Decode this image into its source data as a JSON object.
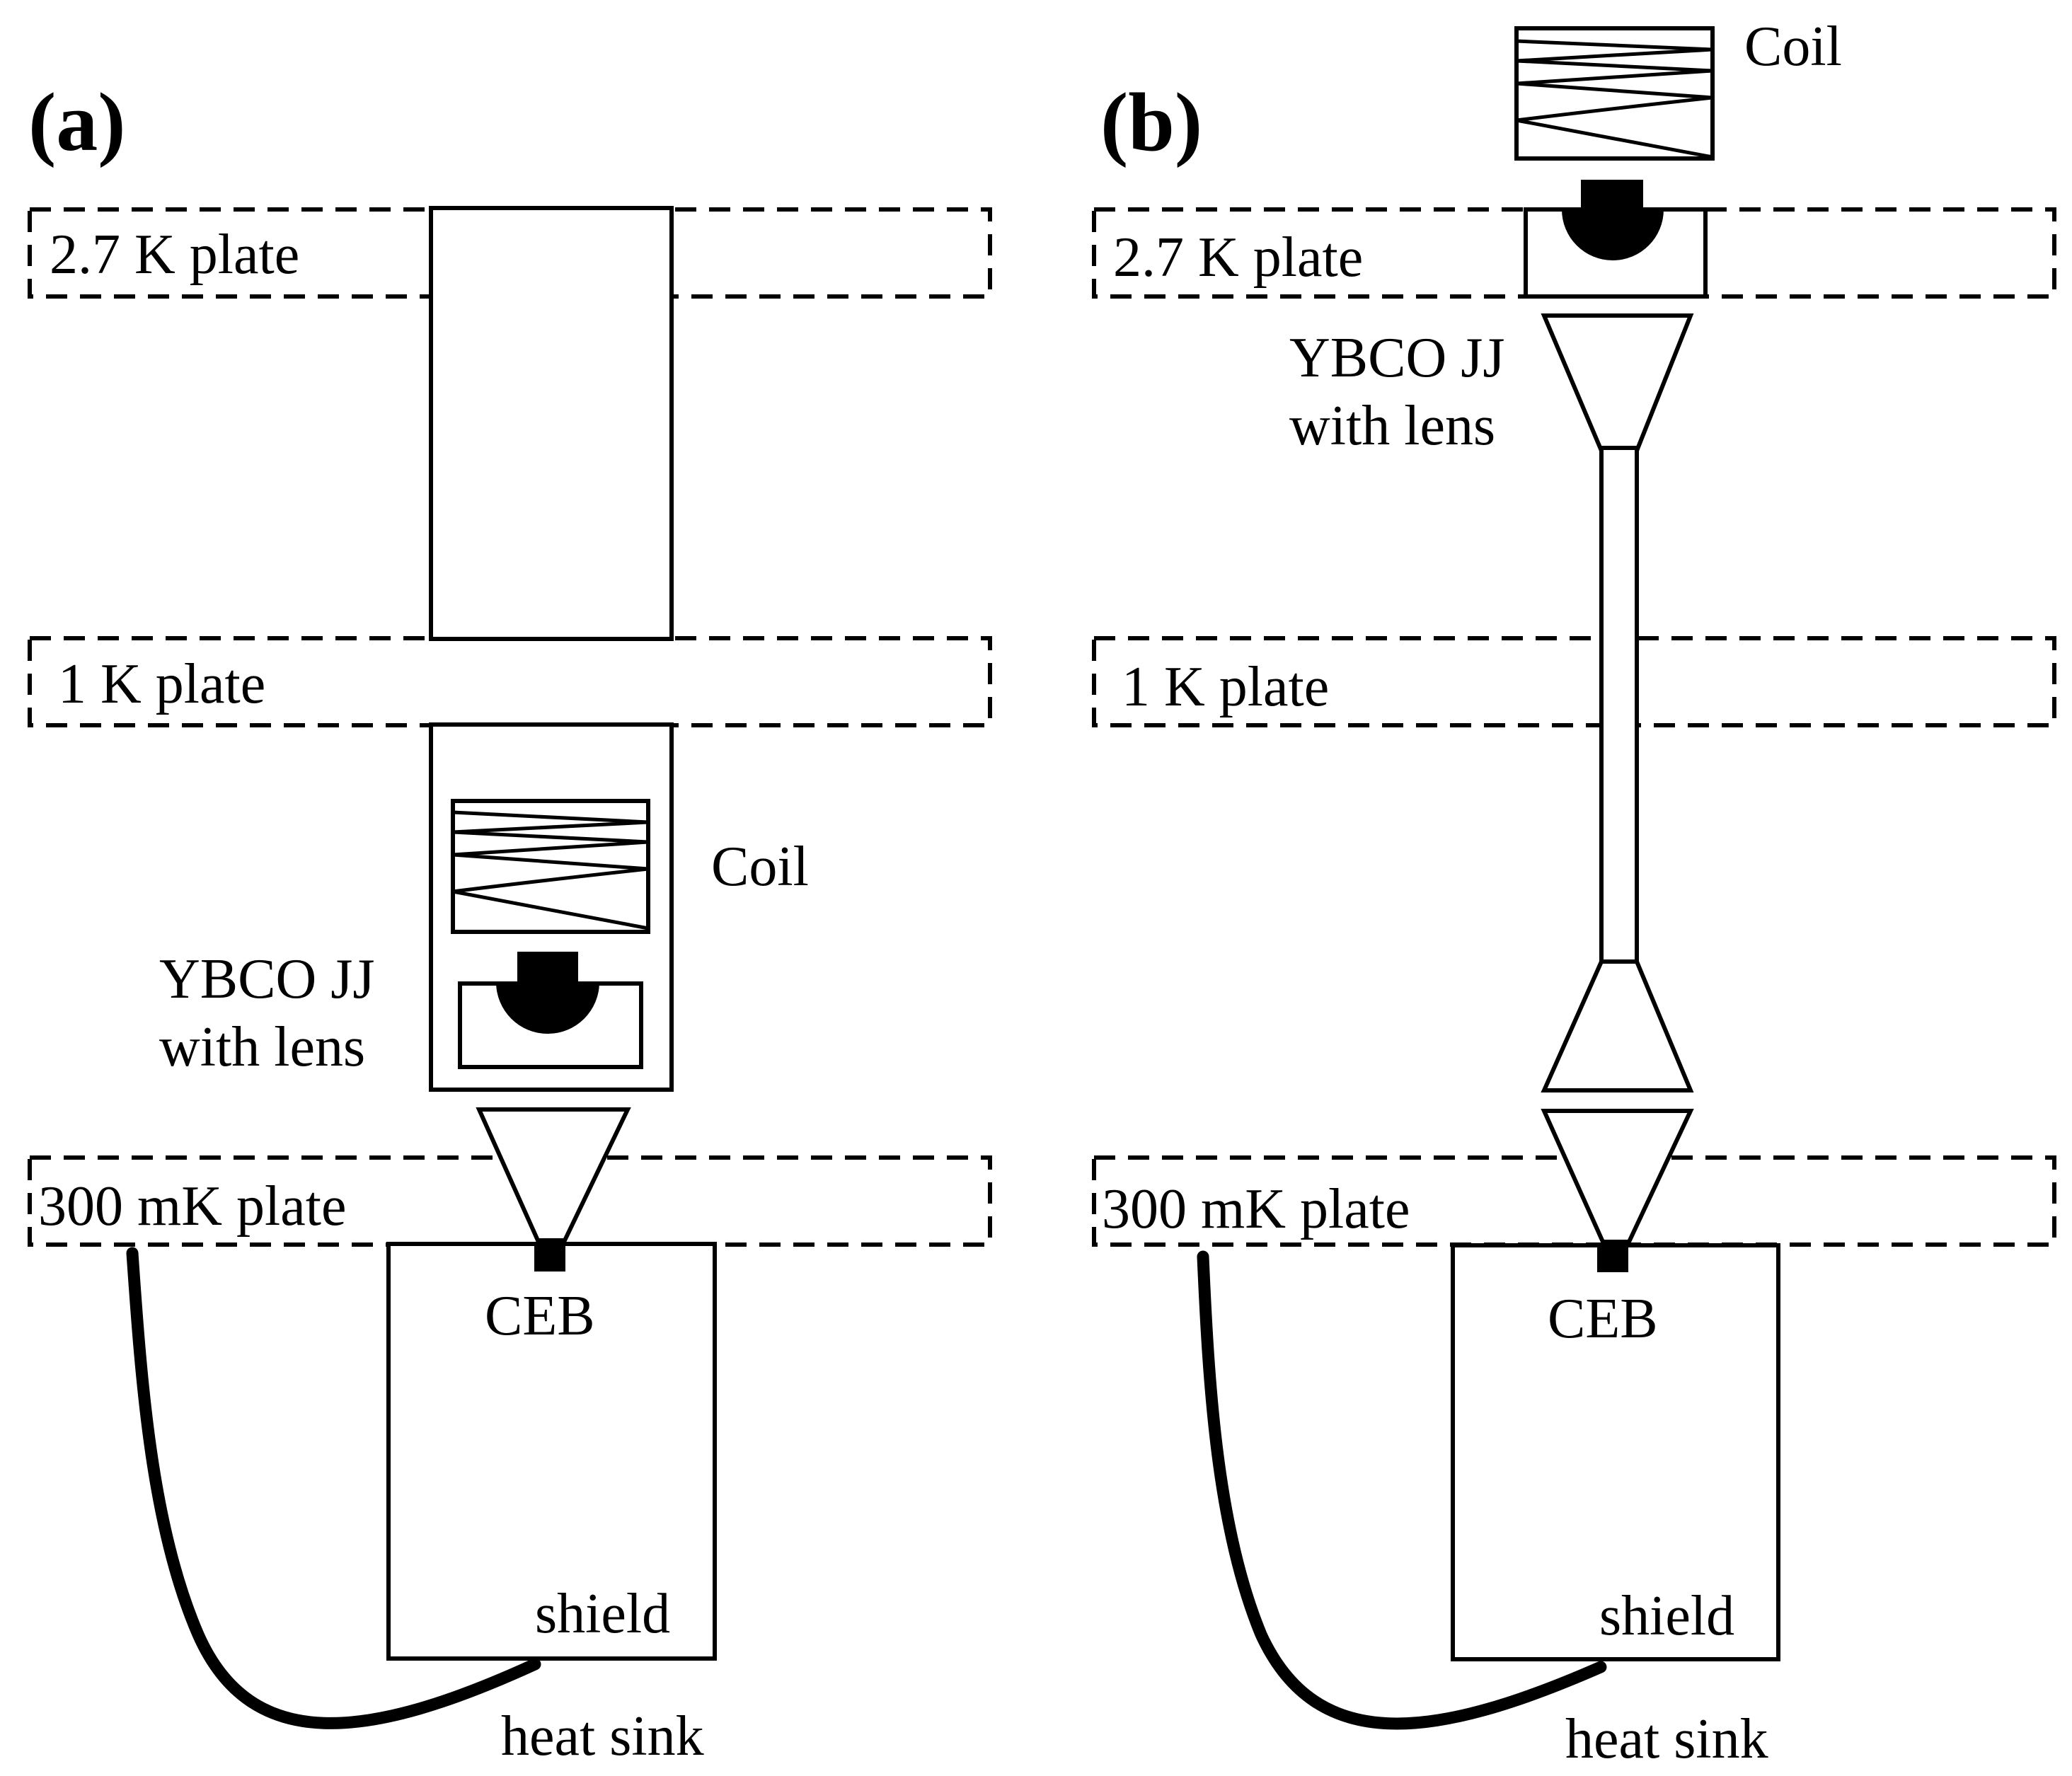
{
  "panels": [
    {
      "id": "a",
      "label": "(a)",
      "plates": [
        "2.7 K plate",
        "1 K plate",
        "300 mK plate"
      ],
      "coil_label": "Coil",
      "jj_label_line1": "YBCO JJ",
      "jj_label_line2": "with lens",
      "ceb_label": "CEB",
      "shield_label": "shield",
      "heatsink_label": "heat sink"
    },
    {
      "id": "b",
      "label": "(b)",
      "plates": [
        "2.7 K plate",
        "1 K plate",
        "300 mK plate"
      ],
      "coil_label": "Coil",
      "jj_label_line1": "YBCO JJ",
      "jj_label_line2": "with lens",
      "ceb_label": "CEB",
      "shield_label": "shield",
      "heatsink_label": "heat sink"
    }
  ]
}
